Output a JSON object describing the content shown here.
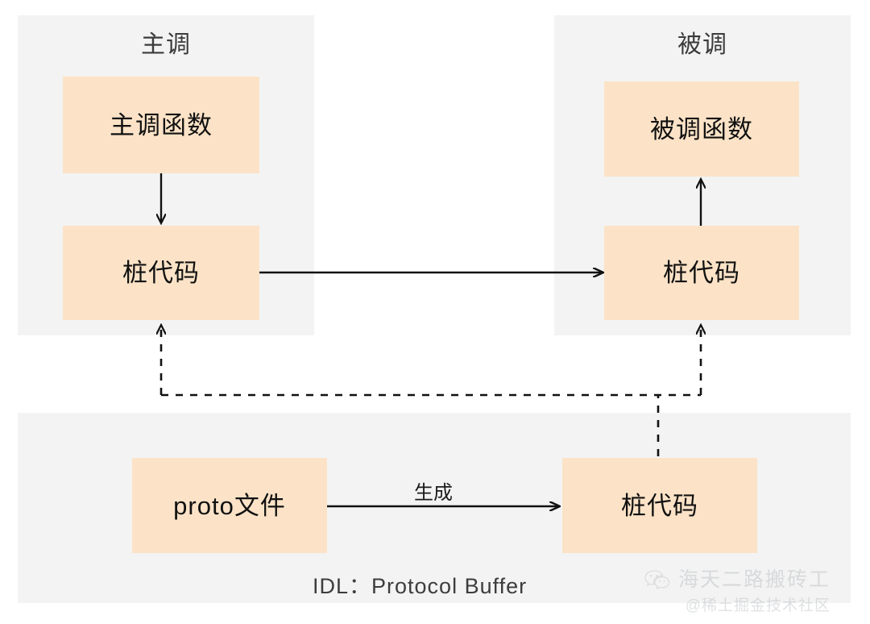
{
  "diagram": {
    "title_caption": "IDL：Protocol Buffer",
    "colors": {
      "panel_background": "#f3f3f3",
      "node_fill": "#fce3c7",
      "line": "#111111",
      "page_background": "#ffffff",
      "title_text": "#3b3b3b"
    },
    "panels": [
      {
        "id": "caller",
        "title": "主调"
      },
      {
        "id": "callee",
        "title": "被调"
      },
      {
        "id": "idl",
        "title": ""
      }
    ],
    "nodes": [
      {
        "id": "caller-function",
        "label": "主调函数",
        "panel": "caller"
      },
      {
        "id": "caller-stub",
        "label": "桩代码",
        "panel": "caller"
      },
      {
        "id": "callee-function",
        "label": "被调函数",
        "panel": "callee"
      },
      {
        "id": "callee-stub",
        "label": "桩代码",
        "panel": "callee"
      },
      {
        "id": "proto-file",
        "label": "proto文件",
        "panel": "idl"
      },
      {
        "id": "generated-stub",
        "label": "桩代码",
        "panel": "idl"
      }
    ],
    "edges": [
      {
        "id": "caller-function-to-stub",
        "label": "",
        "style": "solid"
      },
      {
        "id": "caller-stub-to-callee-stub",
        "label": "",
        "style": "solid"
      },
      {
        "id": "callee-stub-to-function",
        "label": "",
        "style": "solid"
      },
      {
        "id": "proto-to-generated-stub",
        "label": "生成",
        "style": "solid"
      },
      {
        "id": "generated-stub-to-caller-stub",
        "label": "",
        "style": "dashed"
      },
      {
        "id": "generated-stub-to-callee-stub",
        "label": "",
        "style": "dashed"
      }
    ]
  },
  "watermark": {
    "account_name": "海天二路搬砖工",
    "community": "@稀土掘金技术社区",
    "icon": "wechat-icon"
  }
}
